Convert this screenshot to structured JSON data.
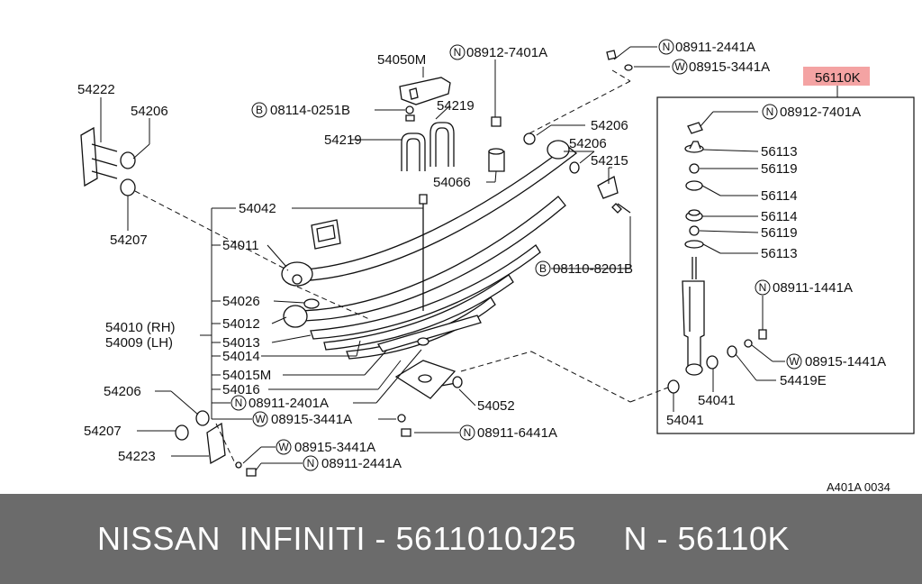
{
  "diagram": {
    "highlight_label": "56110K",
    "highlight_color": "#f4a3a3",
    "ref_code": "A401A 0034",
    "labels": {
      "p54222": "54222",
      "p54206_a": "54206",
      "p54207_a": "54207",
      "p54050m": "54050M",
      "p54219_a": "54219",
      "p54219_b": "54219",
      "p54066": "54066",
      "p54206_b": "54206",
      "p54206_c": "54206",
      "p54215": "54215",
      "p54042": "54042",
      "p54011": "54011",
      "p54026": "54026",
      "p54012": "54012",
      "p54010": "54010 (RH)",
      "p54009": "54009 (LH)",
      "p54013": "54013",
      "p54014": "54014",
      "p54015m": "54015M",
      "p54016": "54016",
      "p54206_d": "54206",
      "p54207_b": "54207",
      "p54223": "54223",
      "p54052": "54052",
      "p56113_a": "56113",
      "p56119_a": "56119",
      "p56114_a": "56114",
      "p56114_b": "56114",
      "p56119_b": "56119",
      "p56113_b": "56113",
      "p54041_a": "54041",
      "p54041_b": "54041",
      "p54419e": "54419E"
    },
    "fasteners": [
      {
        "key": "f1",
        "prefix": "N",
        "code": "08912-7401A"
      },
      {
        "key": "f2",
        "prefix": "N",
        "code": "08911-2441A"
      },
      {
        "key": "f3",
        "prefix": "W",
        "code": "08915-3441A"
      },
      {
        "key": "f4",
        "prefix": "B",
        "code": "08114-0251B"
      },
      {
        "key": "f5",
        "prefix": "B",
        "code": "08110-8201B"
      },
      {
        "key": "f6",
        "prefix": "N",
        "code": "08911-2401A"
      },
      {
        "key": "f7",
        "prefix": "W",
        "code": "08915-3441A"
      },
      {
        "key": "f8",
        "prefix": "N",
        "code": "08911-6441A"
      },
      {
        "key": "f9",
        "prefix": "W",
        "code": "08915-3441A"
      },
      {
        "key": "f10",
        "prefix": "N",
        "code": "08911-2441A"
      },
      {
        "key": "f11",
        "prefix": "N",
        "code": "08912-7401A"
      },
      {
        "key": "f12",
        "prefix": "N",
        "code": "08911-1441A"
      },
      {
        "key": "f13",
        "prefix": "W",
        "code": "08915-1441A"
      }
    ]
  },
  "footer": {
    "text": "NISSAN  INFINITI - 5611010J25     N - 56110K"
  }
}
